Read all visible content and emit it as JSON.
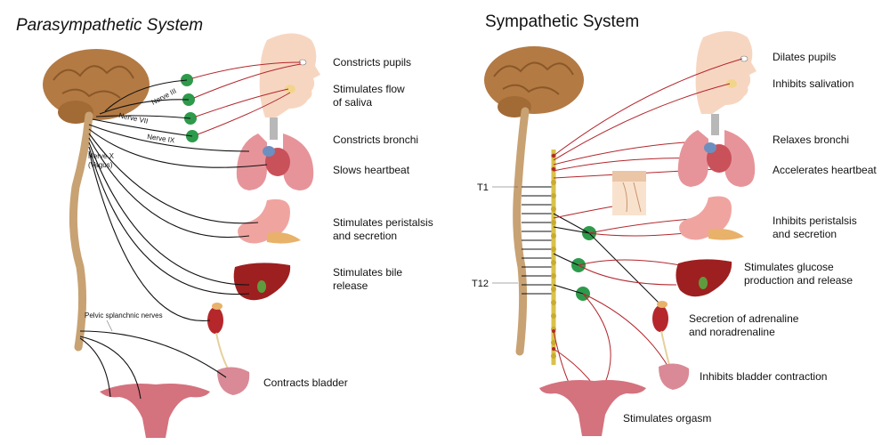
{
  "parasympathetic": {
    "title": "Parasympathetic System",
    "nerve_labels": {
      "nerve_iii": "Nerve III",
      "nerve_vii": "Nerve VII",
      "nerve_ix": "Nerve IX",
      "vagus_line1": "Nerve X",
      "vagus_line2": "(Vagus)",
      "pelvic": "Pelvic splanchnic nerves"
    },
    "effects": {
      "pupils": "Constricts pupils",
      "saliva_line1": "Stimulates flow",
      "saliva_line2": "of saliva",
      "bronchi": "Constricts bronchi",
      "heart": "Slows heartbeat",
      "peristalsis_line1": "Stimulates peristalsis",
      "peristalsis_line2": "and secretion",
      "bile_line1": "Stimulates bile",
      "bile_line2": "release",
      "bladder": "Contracts bladder"
    }
  },
  "sympathetic": {
    "title": "Sympathetic System",
    "spine_labels": {
      "t1": "T1",
      "t12": "T12"
    },
    "effects": {
      "pupils": "Dilates pupils",
      "saliva": "Inhibits salivation",
      "bronchi": "Relaxes bronchi",
      "heart": "Accelerates heartbeat",
      "peristalsis_line1": "Inhibits peristalsis",
      "peristalsis_line2": "and secretion",
      "glucose_line1": "Stimulates glucose",
      "glucose_line2": "production and release",
      "adrenal_line1": "Secretion of adrenaline",
      "adrenal_line2": "and noradrenaline",
      "bladder": "Inhibits bladder contraction",
      "orgasm": "Stimulates orgasm"
    }
  },
  "colors": {
    "spine": "#c8a273",
    "brain": "#b37a44",
    "ganglion": "#2e9a4b",
    "nerve": "#111111",
    "fiber": "#b3262c",
    "skin": "#f6cfb6",
    "lung": "#e6949a",
    "liver": "#9e1f20",
    "stomach": "#f0a4a0",
    "chain": "#d8c24a"
  }
}
